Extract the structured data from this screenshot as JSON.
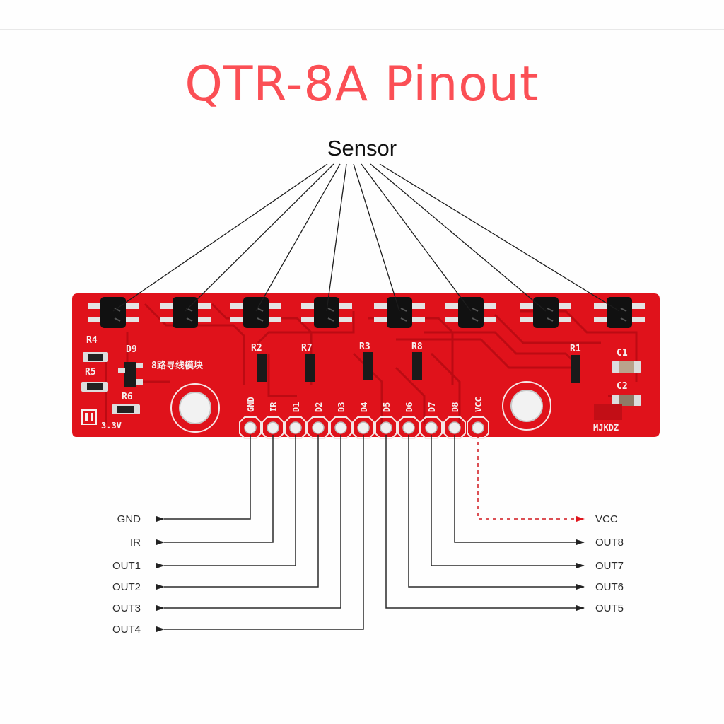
{
  "title": "QTR-8A Pinout",
  "sensor_label": "Sensor",
  "colors": {
    "title": "#fb4f55",
    "pcb": "#e0121b",
    "pcb_trace": "#b90a12",
    "silkscreen": "#f6f0f0",
    "line": "#222222",
    "vcc_line": "#d0161d"
  },
  "board": {
    "module_text": "8路寻线模块",
    "brand": "MJKDZ",
    "voltage_label": "3.3V",
    "components": [
      "R4",
      "R5",
      "R6",
      "D9",
      "R2",
      "R7",
      "R3",
      "R8",
      "R1",
      "C1",
      "C2"
    ],
    "sensor_count": 8,
    "header_pins": [
      "GND",
      "IR",
      "D1",
      "D2",
      "D3",
      "D4",
      "D5",
      "D6",
      "D7",
      "D8",
      "VCC"
    ]
  },
  "outputs_left": [
    {
      "pin": "GND",
      "label": "GND"
    },
    {
      "pin": "IR",
      "label": "IR"
    },
    {
      "pin": "D1",
      "label": "OUT1"
    },
    {
      "pin": "D2",
      "label": "OUT2"
    },
    {
      "pin": "D3",
      "label": "OUT3"
    },
    {
      "pin": "D4",
      "label": "OUT4"
    }
  ],
  "outputs_right": [
    {
      "pin": "VCC",
      "label": "VCC"
    },
    {
      "pin": "D8",
      "label": "OUT8"
    },
    {
      "pin": "D7",
      "label": "OUT7"
    },
    {
      "pin": "D6",
      "label": "OUT6"
    },
    {
      "pin": "D5",
      "label": "OUT5"
    }
  ]
}
